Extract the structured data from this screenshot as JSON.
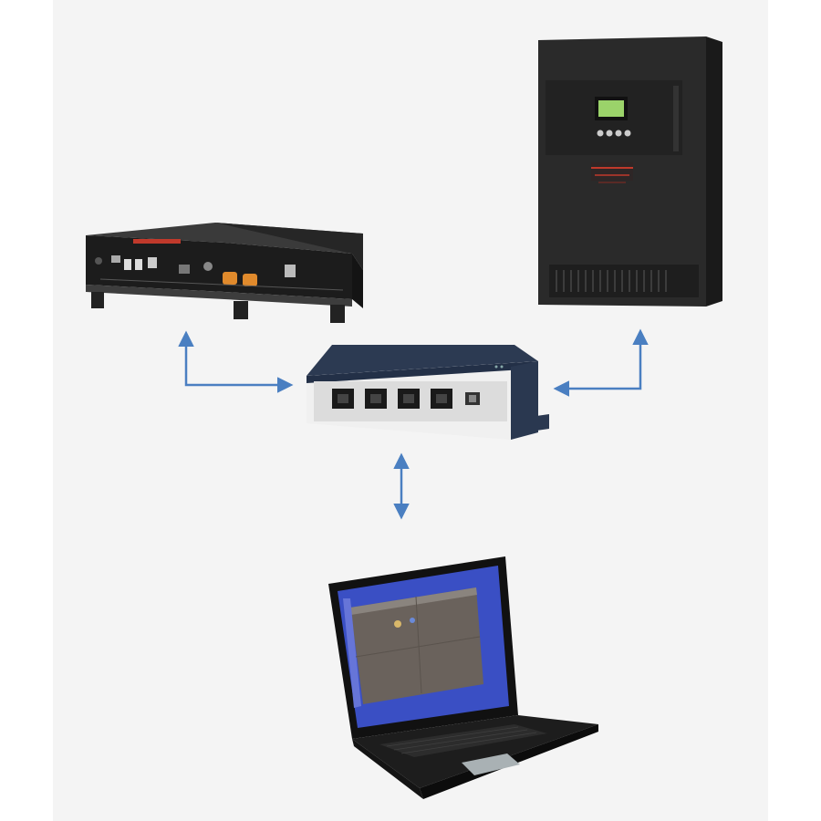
{
  "diagram": {
    "devices": [
      {
        "id": "battery",
        "label": ""
      },
      {
        "id": "inverter",
        "label": ""
      },
      {
        "id": "hub",
        "label": ""
      },
      {
        "id": "laptop",
        "label": ""
      }
    ],
    "connections": [
      {
        "from": "battery",
        "to": "hub",
        "direction": "bidirectional"
      },
      {
        "from": "inverter",
        "to": "hub",
        "direction": "bidirectional"
      },
      {
        "from": "hub",
        "to": "laptop",
        "direction": "bidirectional"
      }
    ],
    "arrow_color": "#4a7fc1"
  },
  "colors": {
    "background": "#f4f4f4",
    "device_dark": "#2b2b2b",
    "hub_body": "#2c3a52",
    "accent_orange": "#e08a2c",
    "lcd_green": "#9bd36a",
    "screen_blue": "#3a4fc4"
  }
}
